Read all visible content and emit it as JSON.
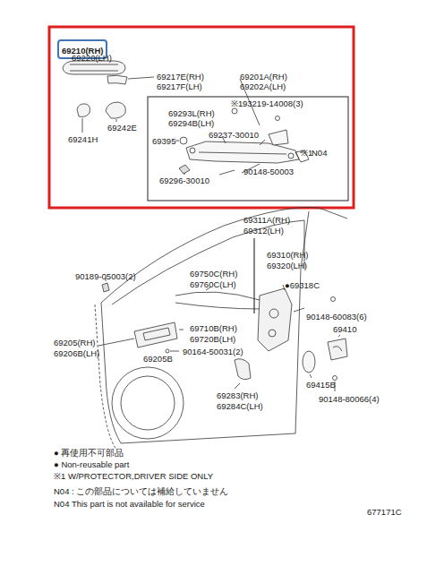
{
  "diagram": {
    "nodes": [
      {
        "text": [
          "69210(RH)"
        ]
      }
    ],
    "labels": [
      "69220(LH)",
      "69217E(RH)",
      "69217F(LH)",
      "69201A(RH)",
      "69202A(LH)",
      "※1",
      "93219-14008(3)",
      "69293L(RH)",
      "69294B(LH)",
      "69241H",
      "69242E",
      "69237-30010",
      "69395",
      "※1",
      "N04",
      "90148-50003",
      "69296-30010",
      "69311A(RH)",
      "69312(LH)",
      "90189-05003(2)",
      "69750C(RH)",
      "69760C(LH)",
      "69310(RH)",
      "69320(LH)",
      "●69318C",
      "90148-60083(6)",
      "69410",
      "69710B(RH)",
      "69720B(LH)",
      "69205(RH)",
      "69206B(LH)",
      "69205B",
      "90164-50031(2)",
      "69283(RH)",
      "69284C(LH)",
      "69415B",
      "90148-80066(4)",
      "● 再使用不可部品",
      "● Non-reusable part",
      "※1 W/PROTECTOR,DRIVER SIDE ONLY",
      "N04 : この部品については補給していません",
      "N04 This part is not available for service",
      "677171C"
    ]
  }
}
